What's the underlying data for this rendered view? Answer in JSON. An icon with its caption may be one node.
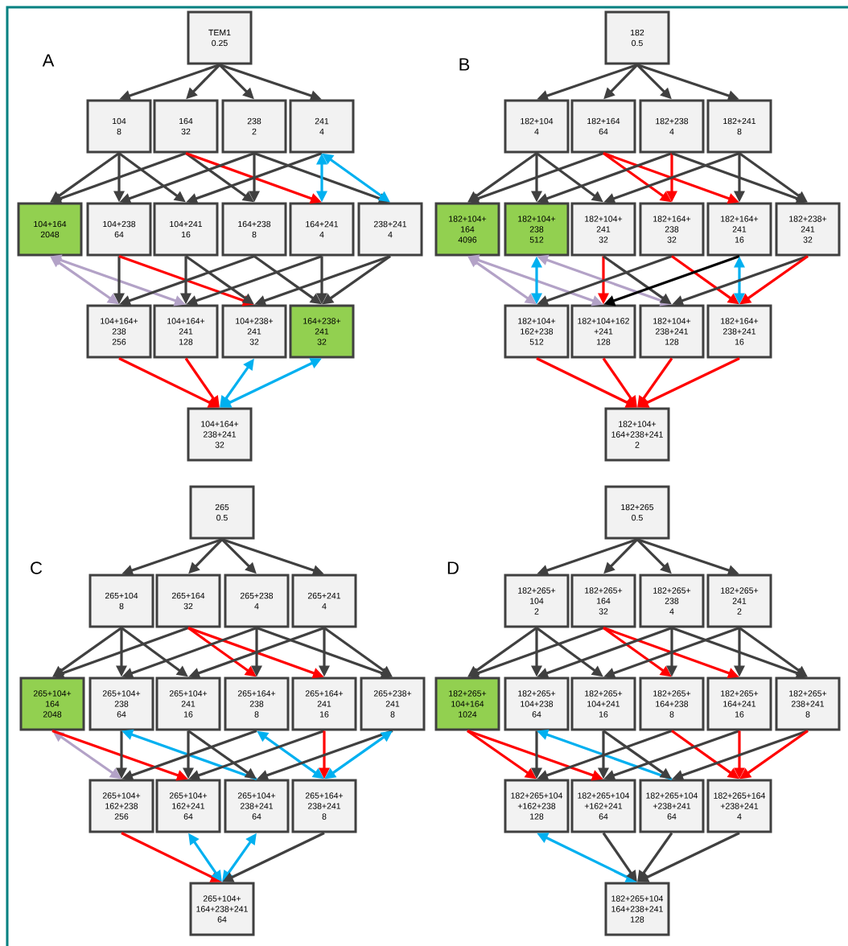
{
  "diagram": {
    "nodes": [
      {
        "text": [
          "TEM1",
          "0.25"
        ]
      },
      {
        "text": [
          "104",
          "8"
        ]
      },
      {
        "text": [
          "164",
          "32"
        ]
      },
      {
        "text": [
          "238",
          "2"
        ]
      },
      {
        "text": [
          "241",
          "4"
        ]
      },
      {
        "text": [
          "104+164",
          "2048"
        ]
      },
      {
        "text": [
          "104+238",
          "64"
        ]
      },
      {
        "text": [
          "104+241",
          "16"
        ]
      },
      {
        "text": [
          "164+238",
          "8"
        ]
      },
      {
        "text": [
          "164+241",
          "4"
        ]
      },
      {
        "text": [
          "238+241",
          "4"
        ]
      },
      {
        "text": [
          "104+164+ 238",
          "256"
        ]
      },
      {
        "text": [
          "104+164+ 241",
          "128"
        ]
      },
      {
        "text": [
          "104+238+ 241",
          "32"
        ]
      },
      {
        "text": [
          "164+238+ 241",
          "32"
        ]
      },
      {
        "text": [
          "104+164+ 238+241",
          "32"
        ]
      },
      {
        "text": [
          "182",
          "0.5"
        ]
      },
      {
        "text": [
          "182+104",
          "4"
        ]
      },
      {
        "text": [
          "182+164",
          "64"
        ]
      },
      {
        "text": [
          "182+238",
          "4"
        ]
      },
      {
        "text": [
          "182+241",
          "8"
        ]
      },
      {
        "text": [
          "182+104+ 164",
          "4096"
        ]
      },
      {
        "text": [
          "182+104+ 238",
          "512"
        ]
      },
      {
        "text": [
          "182+104+ 241",
          "32"
        ]
      },
      {
        "text": [
          "182+164+ 238",
          "32"
        ]
      },
      {
        "text": [
          "182+164+ 241",
          "16"
        ]
      },
      {
        "text": [
          "182+238+ 241",
          "32"
        ]
      },
      {
        "text": [
          "182+104+ 162+238",
          "512"
        ]
      },
      {
        "text": [
          "182+104+162 +241",
          "128"
        ]
      },
      {
        "text": [
          "182+104+ 238+241",
          "128"
        ]
      },
      {
        "text": [
          "182+164+ 238+241",
          "16"
        ]
      },
      {
        "text": [
          "182+104+ 164+238+241",
          "2"
        ]
      },
      {
        "text": [
          "265",
          "0.5"
        ]
      },
      {
        "text": [
          "265+104",
          "8"
        ]
      },
      {
        "text": [
          "265+164",
          "32"
        ]
      },
      {
        "text": [
          "265+238",
          "4"
        ]
      },
      {
        "text": [
          "265+241",
          "4"
        ]
      },
      {
        "text": [
          "265+104+ 164",
          "2048"
        ]
      },
      {
        "text": [
          "265+104+ 238",
          "64"
        ]
      },
      {
        "text": [
          "265+104+ 241",
          "16"
        ]
      },
      {
        "text": [
          "265+164+ 238",
          "8"
        ]
      },
      {
        "text": [
          "265+164+ 241",
          "16"
        ]
      },
      {
        "text": [
          "265+238+ 241",
          "8"
        ]
      },
      {
        "text": [
          "265+104+ 162+238",
          "256"
        ]
      },
      {
        "text": [
          "265+104+ 162+241",
          "64"
        ]
      },
      {
        "text": [
          "265+104+ 238+241",
          "64"
        ]
      },
      {
        "text": [
          "265+164+ 238+241",
          "8"
        ]
      },
      {
        "text": [
          "265+104+ 164+238+241",
          "64"
        ]
      },
      {
        "text": [
          "182+265",
          "0.5"
        ]
      },
      {
        "text": [
          "182+265+ 104",
          "2"
        ]
      },
      {
        "text": [
          "182+265+ 164",
          "32"
        ]
      },
      {
        "text": [
          "182+265+ 238",
          "4"
        ]
      },
      {
        "text": [
          "182+265+ 241",
          "2"
        ]
      },
      {
        "text": [
          "182+265+ 104+164",
          "1024"
        ]
      },
      {
        "text": [
          "182+265+ 104+238",
          "64"
        ]
      },
      {
        "text": [
          "182+265+ 104+241",
          "16"
        ]
      },
      {
        "text": [
          "182+265+ 164+238",
          "8"
        ]
      },
      {
        "text": [
          "182+265+ 164+241",
          "16"
        ]
      },
      {
        "text": [
          "182+265+ 238+241",
          "8"
        ]
      },
      {
        "text": [
          "182+265+104 +162+238",
          "128"
        ]
      },
      {
        "text": [
          "182+265+104 +162+241",
          "64"
        ]
      },
      {
        "text": [
          "182+265+104 +238+241",
          "64"
        ]
      },
      {
        "text": [
          "182+265+164 +238+241",
          "4"
        ]
      },
      {
        "text": [
          "182+265+104 164+238+241",
          "128"
        ]
      }
    ],
    "edges": [
      {
        "from": 0,
        "to": 1,
        "arrow": "to"
      },
      {
        "from": 0,
        "to": 2,
        "arrow": "to"
      },
      {
        "from": 0,
        "to": 3,
        "arrow": "to"
      },
      {
        "from": 0,
        "to": 4,
        "arrow": "to"
      },
      {
        "from": 1,
        "to": 5,
        "arrow": "to"
      },
      {
        "from": 1,
        "to": 6,
        "arrow": "to"
      },
      {
        "from": 1,
        "to": 7,
        "arrow": "to"
      },
      {
        "from": 2,
        "to": 5,
        "arrow": "to"
      },
      {
        "from": 2,
        "to": 8,
        "arrow": "to"
      },
      {
        "from": 2,
        "to": 9,
        "arrow": "to",
        "color": "#ff0000"
      },
      {
        "from": 3,
        "to": 6,
        "arrow": "to"
      },
      {
        "from": 3,
        "to": 8,
        "arrow": "to"
      },
      {
        "from": 3,
        "to": 10,
        "arrow": "to"
      },
      {
        "from": 4,
        "to": 7,
        "arrow": "to"
      },
      {
        "from": 4,
        "to": 9,
        "arrow": "both",
        "color": "#00b0f0"
      },
      {
        "from": 4,
        "to": 10,
        "arrow": "both",
        "color": "#00b0f0"
      },
      {
        "from": 5,
        "to": 11,
        "arrow": "both",
        "color": "#b3a2c7"
      },
      {
        "from": 5,
        "to": 12,
        "arrow": "both",
        "color": "#b3a2c7"
      },
      {
        "from": 6,
        "to": 11,
        "arrow": "to"
      },
      {
        "from": 6,
        "to": 13,
        "arrow": "to",
        "color": "#ff0000"
      },
      {
        "from": 7,
        "to": 12,
        "arrow": "to"
      },
      {
        "from": 7,
        "to": 13,
        "arrow": "to"
      },
      {
        "from": 8,
        "to": 11,
        "arrow": "to"
      },
      {
        "from": 8,
        "to": 14,
        "arrow": "to"
      },
      {
        "from": 9,
        "to": 12,
        "arrow": "to"
      },
      {
        "from": 9,
        "to": 14,
        "arrow": "to"
      },
      {
        "from": 10,
        "to": 13,
        "arrow": "to"
      },
      {
        "from": 10,
        "to": 14,
        "arrow": "to"
      },
      {
        "from": 11,
        "to": 15,
        "arrow": "to",
        "color": "#ff0000"
      },
      {
        "from": 12,
        "to": 15,
        "arrow": "to",
        "color": "#ff0000"
      },
      {
        "from": 13,
        "to": 15,
        "arrow": "both",
        "color": "#00b0f0"
      },
      {
        "from": 14,
        "to": 15,
        "arrow": "both",
        "color": "#00b0f0"
      },
      {
        "from": 16,
        "to": 17,
        "arrow": "to"
      },
      {
        "from": 16,
        "to": 18,
        "arrow": "to"
      },
      {
        "from": 16,
        "to": 19,
        "arrow": "to"
      },
      {
        "from": 16,
        "to": 20,
        "arrow": "to"
      },
      {
        "from": 17,
        "to": 21,
        "arrow": "to"
      },
      {
        "from": 17,
        "to": 22,
        "arrow": "to"
      },
      {
        "from": 17,
        "to": 23,
        "arrow": "to"
      },
      {
        "from": 18,
        "to": 21,
        "arrow": "to"
      },
      {
        "from": 18,
        "to": 24,
        "arrow": "to",
        "color": "#ff0000"
      },
      {
        "from": 18,
        "to": 25,
        "arrow": "to",
        "color": "#ff0000"
      },
      {
        "from": 19,
        "to": 22,
        "arrow": "to"
      },
      {
        "from": 19,
        "to": 24,
        "arrow": "to",
        "color": "#ff0000"
      },
      {
        "from": 19,
        "to": 26,
        "arrow": "to"
      },
      {
        "from": 20,
        "to": 23,
        "arrow": "to"
      },
      {
        "from": 20,
        "to": 25,
        "arrow": "to"
      },
      {
        "from": 20,
        "to": 26,
        "arrow": "to"
      },
      {
        "from": 21,
        "to": 27,
        "arrow": "both",
        "color": "#b3a2c7"
      },
      {
        "from": 21,
        "to": 28,
        "arrow": "both",
        "color": "#b3a2c7"
      },
      {
        "from": 22,
        "to": 27,
        "arrow": "both",
        "color": "#00b0f0"
      },
      {
        "from": 22,
        "to": 29,
        "arrow": "both",
        "color": "#b3a2c7"
      },
      {
        "from": 23,
        "to": 28,
        "arrow": "to",
        "color": "#ff0000"
      },
      {
        "from": 23,
        "to": 29,
        "arrow": "to"
      },
      {
        "from": 24,
        "to": 27,
        "arrow": "to"
      },
      {
        "from": 24,
        "to": 30,
        "arrow": "to",
        "color": "#ff0000"
      },
      {
        "from": 25,
        "to": 28,
        "arrow": "to",
        "color": "#000000"
      },
      {
        "from": 25,
        "to": 30,
        "arrow": "both",
        "color": "#00b0f0"
      },
      {
        "from": 26,
        "to": 29,
        "arrow": "to"
      },
      {
        "from": 26,
        "to": 30,
        "arrow": "to",
        "color": "#ff0000"
      },
      {
        "from": 27,
        "to": 31,
        "arrow": "to",
        "color": "#ff0000"
      },
      {
        "from": 28,
        "to": 31,
        "arrow": "to",
        "color": "#ff0000"
      },
      {
        "from": 29,
        "to": 31,
        "arrow": "to",
        "color": "#ff0000"
      },
      {
        "from": 30,
        "to": 31,
        "arrow": "to",
        "color": "#ff0000"
      },
      {
        "from": 32,
        "to": 33,
        "arrow": "to"
      },
      {
        "from": 32,
        "to": 34,
        "arrow": "to"
      },
      {
        "from": 32,
        "to": 35,
        "arrow": "to"
      },
      {
        "from": 32,
        "to": 36,
        "arrow": "to"
      },
      {
        "from": 33,
        "to": 37,
        "arrow": "to"
      },
      {
        "from": 33,
        "to": 38,
        "arrow": "to"
      },
      {
        "from": 33,
        "to": 39,
        "arrow": "to"
      },
      {
        "from": 34,
        "to": 37,
        "arrow": "to"
      },
      {
        "from": 34,
        "to": 40,
        "arrow": "to",
        "color": "#ff0000"
      },
      {
        "from": 34,
        "to": 41,
        "arrow": "to",
        "color": "#ff0000"
      },
      {
        "from": 35,
        "to": 38,
        "arrow": "to"
      },
      {
        "from": 35,
        "to": 40,
        "arrow": "to"
      },
      {
        "from": 35,
        "to": 42,
        "arrow": "to"
      },
      {
        "from": 36,
        "to": 39,
        "arrow": "to"
      },
      {
        "from": 36,
        "to": 41,
        "arrow": "to"
      },
      {
        "from": 36,
        "to": 42,
        "arrow": "to"
      },
      {
        "from": 37,
        "to": 43,
        "arrow": "both",
        "color": "#b3a2c7"
      },
      {
        "from": 37,
        "to": 44,
        "arrow": "to",
        "color": "#ff0000"
      },
      {
        "from": 38,
        "to": 43,
        "arrow": "to"
      },
      {
        "from": 45,
        "to": 38,
        "arrow": "to",
        "color": "#00b0f0"
      },
      {
        "from": 39,
        "to": 44,
        "arrow": "to"
      },
      {
        "from": 39,
        "to": 45,
        "arrow": "to"
      },
      {
        "from": 40,
        "to": 43,
        "arrow": "to"
      },
      {
        "from": 40,
        "to": 46,
        "arrow": "both",
        "color": "#00b0f0"
      },
      {
        "from": 41,
        "to": 44,
        "arrow": "to"
      },
      {
        "from": 41,
        "to": 46,
        "arrow": "to",
        "color": "#ff0000"
      },
      {
        "from": 42,
        "to": 45,
        "arrow": "to"
      },
      {
        "from": 42,
        "to": 46,
        "arrow": "both",
        "color": "#00b0f0"
      },
      {
        "from": 43,
        "to": 47,
        "arrow": "to",
        "color": "#ff0000"
      },
      {
        "from": 44,
        "to": 47,
        "arrow": "both",
        "color": "#00b0f0"
      },
      {
        "from": 45,
        "to": 47,
        "arrow": "both",
        "color": "#00b0f0"
      },
      {
        "from": 46,
        "to": 47,
        "arrow": "to"
      },
      {
        "from": 48,
        "to": 49,
        "arrow": "to"
      },
      {
        "from": 48,
        "to": 50,
        "arrow": "to"
      },
      {
        "from": 48,
        "to": 51,
        "arrow": "to"
      },
      {
        "from": 48,
        "to": 52,
        "arrow": "to"
      },
      {
        "from": 49,
        "to": 53,
        "arrow": "to"
      },
      {
        "from": 49,
        "to": 54,
        "arrow": "to"
      },
      {
        "from": 49,
        "to": 55,
        "arrow": "to"
      },
      {
        "from": 50,
        "to": 53,
        "arrow": "to"
      },
      {
        "from": 50,
        "to": 56,
        "arrow": "to",
        "color": "#ff0000"
      },
      {
        "from": 50,
        "to": 57,
        "arrow": "to",
        "color": "#ff0000"
      },
      {
        "from": 51,
        "to": 54,
        "arrow": "to"
      },
      {
        "from": 51,
        "to": 56,
        "arrow": "to"
      },
      {
        "from": 51,
        "to": 58,
        "arrow": "to"
      },
      {
        "from": 52,
        "to": 55,
        "arrow": "to"
      },
      {
        "from": 52,
        "to": 57,
        "arrow": "to"
      },
      {
        "from": 52,
        "to": 58,
        "arrow": "to"
      },
      {
        "from": 53,
        "to": 59,
        "arrow": "to",
        "color": "#ff0000"
      },
      {
        "from": 53,
        "to": 60,
        "arrow": "to",
        "color": "#ff0000"
      },
      {
        "from": 54,
        "to": 59,
        "arrow": "to"
      },
      {
        "from": 61,
        "to": 54,
        "arrow": "to",
        "color": "#00b0f0"
      },
      {
        "from": 55,
        "to": 60,
        "arrow": "to"
      },
      {
        "from": 55,
        "to": 61,
        "arrow": "to"
      },
      {
        "from": 56,
        "to": 59,
        "arrow": "to"
      },
      {
        "from": 56,
        "to": 62,
        "arrow": "to",
        "color": "#ff0000"
      },
      {
        "from": 57,
        "to": 60,
        "arrow": "to"
      },
      {
        "from": 57,
        "to": 62,
        "arrow": "to",
        "color": "#ff0000"
      },
      {
        "from": 58,
        "to": 61,
        "arrow": "to"
      },
      {
        "from": 58,
        "to": 62,
        "arrow": "to",
        "color": "#ff0000"
      },
      {
        "from": 59,
        "to": 63,
        "arrow": "both",
        "color": "#00b0f0"
      },
      {
        "from": 60,
        "to": 63,
        "arrow": "to"
      },
      {
        "from": 61,
        "to": 63,
        "arrow": "to"
      },
      {
        "from": 62,
        "to": 63,
        "arrow": "to"
      }
    ],
    "labels": [
      "A",
      "B",
      "C",
      "D"
    ]
  }
}
